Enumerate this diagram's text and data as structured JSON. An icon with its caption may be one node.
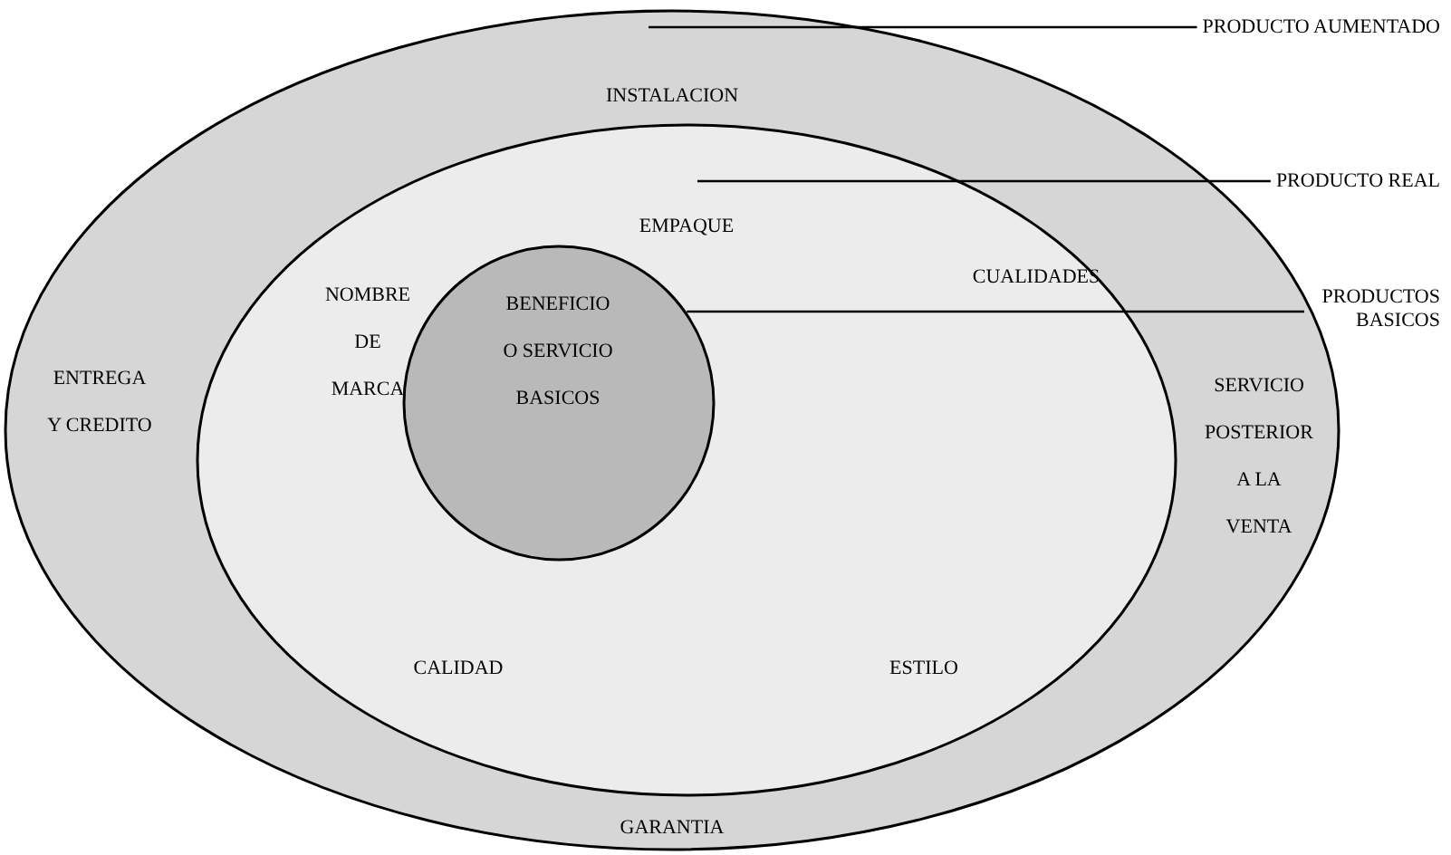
{
  "diagram": {
    "nodes": [
      {
        "text": [
          "INSTALACION",
          "ENTREGA Y CREDITO",
          "SERVICIO POSTERIOR A LA VENTA",
          "GARANTIA"
        ]
      },
      {
        "text": [
          "EMPAQUE",
          "NOMBRE DE MARCA",
          "CUALIDADES",
          "CALIDAD",
          "ESTILO"
        ],
        "in": 0
      },
      {
        "text": [
          "BENEFICIO O SERVICIO BASICOS"
        ],
        "in": 1
      },
      {
        "text": [
          "PRODUCTO AUMENTADO"
        ]
      },
      {
        "text": [
          "PRODUCTO REAL"
        ]
      },
      {
        "text": [
          "PRODUCTOS BASICOS"
        ]
      }
    ],
    "edges": [
      {
        "from": 3,
        "to": 0,
        "arrow": "none"
      },
      {
        "from": 4,
        "to": 1,
        "arrow": "none"
      },
      {
        "from": 5,
        "to": 2,
        "arrow": "none"
      }
    ]
  }
}
